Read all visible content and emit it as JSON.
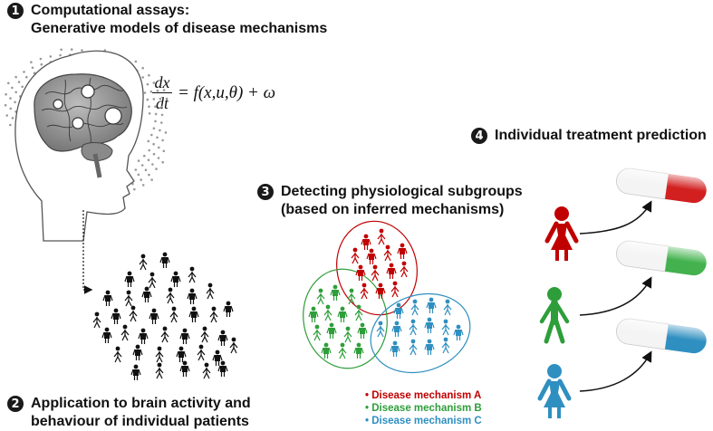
{
  "steps": [
    {
      "number": "1",
      "lines": [
        "Computational assays:",
        "Generative models of disease mechanisms"
      ]
    },
    {
      "number": "2",
      "lines": [
        "Application to brain activity and",
        "behaviour of individual patients"
      ]
    },
    {
      "number": "3",
      "lines": [
        "Detecting physiological subgroups",
        "(based on inferred mechanisms)"
      ]
    },
    {
      "number": "4",
      "lines": [
        "Individual treatment prediction"
      ]
    }
  ],
  "equation": {
    "lhs_num": "dx",
    "lhs_den": "dt",
    "rhs": "= f(x,u,θ) + ω"
  },
  "legend": [
    {
      "bullet": "•",
      "label": "Disease mechanism A",
      "color": "#c00000"
    },
    {
      "bullet": "•",
      "label": "Disease mechanism B",
      "color": "#2e9e3a"
    },
    {
      "bullet": "•",
      "label": "Disease mechanism C",
      "color": "#2f8fc0"
    }
  ],
  "colors": {
    "A": "#c00000",
    "B": "#2e9e3a",
    "C": "#2f8fc0",
    "text": "#111111"
  }
}
